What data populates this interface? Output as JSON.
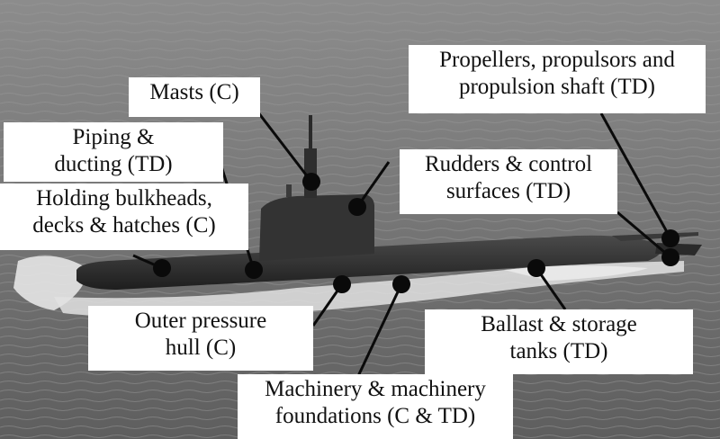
{
  "labels": {
    "masts": [
      "Masts (C)"
    ],
    "piping": [
      "Piping &",
      "ducting (TD)"
    ],
    "bulkheads": [
      "Holding bulkheads,",
      "decks & hatches (C)"
    ],
    "propellers": [
      "Propellers, propulsors and",
      "propulsion shaft (TD)"
    ],
    "rudders": [
      "Rudders & control",
      "surfaces (TD)"
    ],
    "outer_hull": [
      "Outer pressure",
      "hull (C)"
    ],
    "ballast": [
      "Ballast & storage",
      "tanks (TD)"
    ],
    "machinery": [
      "Machinery & machinery",
      "foundations (C & TD)"
    ]
  },
  "colors": {
    "sea": "#7a7a7a",
    "hull": "#303030",
    "marker": "#0a0a0a",
    "label_bg": "#ffffff"
  }
}
